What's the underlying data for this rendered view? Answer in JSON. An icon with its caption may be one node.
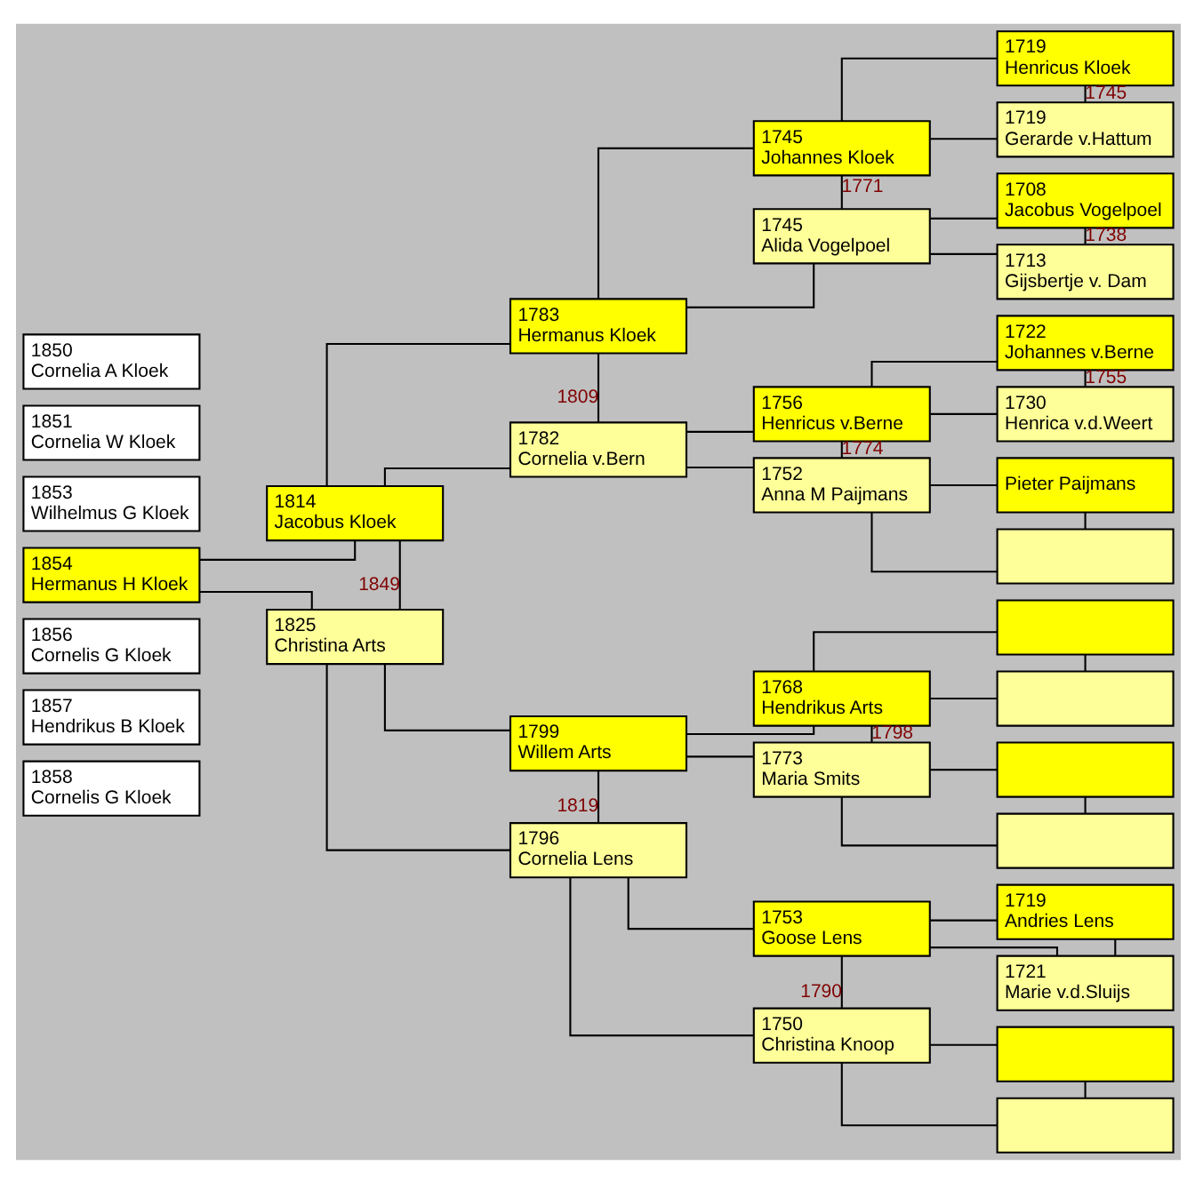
{
  "diagram": {
    "nodes": [
      {
        "text": [
          "1850",
          "Cornelia A Kloek"
        ]
      },
      {
        "text": [
          "1851",
          "Cornelia W Kloek"
        ]
      },
      {
        "text": [
          "1853",
          "Wilhelmus G Kloek"
        ]
      },
      {
        "text": [
          "1854",
          "Hermanus H Kloek"
        ]
      },
      {
        "text": [
          "1856",
          "Cornelis G Kloek"
        ]
      },
      {
        "text": [
          "1857",
          "Hendrikus B Kloek"
        ]
      },
      {
        "text": [
          "1858",
          "Cornelis G Kloek"
        ]
      },
      {
        "text": [
          "1814",
          "Jacobus Kloek"
        ]
      },
      {
        "text": [
          "1825",
          "Christina Arts"
        ]
      },
      {
        "text": [
          "1783",
          "Hermanus Kloek"
        ]
      },
      {
        "text": [
          "1782",
          "Cornelia v.Bern"
        ]
      },
      {
        "text": [
          "1799",
          "Willem Arts"
        ]
      },
      {
        "text": [
          "1796",
          "Cornelia Lens"
        ]
      },
      {
        "text": [
          "1745",
          "Johannes Kloek"
        ]
      },
      {
        "text": [
          "1745",
          "Alida Vogelpoel"
        ]
      },
      {
        "text": [
          "1756",
          "Henricus v.Berne"
        ]
      },
      {
        "text": [
          "1752",
          "Anna M Paijmans"
        ]
      },
      {
        "text": [
          "1768",
          "Hendrikus Arts"
        ]
      },
      {
        "text": [
          "1773",
          "Maria Smits"
        ]
      },
      {
        "text": [
          "1753",
          "Goose Lens"
        ]
      },
      {
        "text": [
          "1750",
          "Christina Knoop"
        ]
      },
      {
        "text": [
          "1719",
          "Henricus Kloek"
        ]
      },
      {
        "text": [
          "1719",
          "Gerarde v.Hattum"
        ]
      },
      {
        "text": [
          "1708",
          "Jacobus Vogelpoel"
        ]
      },
      {
        "text": [
          "1713",
          "Gijsbertje v. Dam"
        ]
      },
      {
        "text": [
          "1722",
          "Johannes v.Berne"
        ]
      },
      {
        "text": [
          "1730",
          "Henrica v.d.Weert"
        ]
      },
      {
        "text": [
          "Pieter Paijmans"
        ]
      },
      {
        "text": [],
        "shape": "box"
      },
      {
        "text": [],
        "shape": "box"
      },
      {
        "text": [],
        "shape": "box"
      },
      {
        "text": [],
        "shape": "box"
      },
      {
        "text": [],
        "shape": "box"
      },
      {
        "text": [
          "1719",
          "Andries Lens"
        ]
      },
      {
        "text": [
          "1721",
          "Marie v.d.Sluijs"
        ]
      },
      {
        "text": [],
        "shape": "box"
      },
      {
        "text": [],
        "shape": "box"
      }
    ],
    "edges": [
      {
        "from": 7,
        "to": 8,
        "arrow": "none",
        "label": "1849"
      },
      {
        "from": 3,
        "to": 7,
        "arrow": "none"
      },
      {
        "from": 3,
        "to": 8,
        "arrow": "none"
      },
      {
        "from": 9,
        "to": 10,
        "arrow": "none",
        "label": "1809"
      },
      {
        "from": 7,
        "to": 9,
        "arrow": "none"
      },
      {
        "from": 7,
        "to": 10,
        "arrow": "none"
      },
      {
        "from": 11,
        "to": 12,
        "arrow": "none",
        "label": "1819"
      },
      {
        "from": 8,
        "to": 11,
        "arrow": "none"
      },
      {
        "from": 8,
        "to": 12,
        "arrow": "none"
      },
      {
        "from": 13,
        "to": 14,
        "arrow": "none",
        "label": "1771"
      },
      {
        "from": 9,
        "to": 13,
        "arrow": "none"
      },
      {
        "from": 9,
        "to": 14,
        "arrow": "none"
      },
      {
        "from": 15,
        "to": 16,
        "arrow": "none",
        "label": "1774"
      },
      {
        "from": 10,
        "to": 15,
        "arrow": "none"
      },
      {
        "from": 10,
        "to": 16,
        "arrow": "none"
      },
      {
        "from": 17,
        "to": 18,
        "arrow": "none",
        "label": "1798"
      },
      {
        "from": 11,
        "to": 17,
        "arrow": "none"
      },
      {
        "from": 11,
        "to": 18,
        "arrow": "none"
      },
      {
        "from": 19,
        "to": 20,
        "arrow": "none",
        "label": "1790"
      },
      {
        "from": 12,
        "to": 19,
        "arrow": "none"
      },
      {
        "from": 12,
        "to": 20,
        "arrow": "none"
      },
      {
        "from": 21,
        "to": 22,
        "arrow": "none",
        "label": "1745"
      },
      {
        "from": 13,
        "to": 21,
        "arrow": "none"
      },
      {
        "from": 13,
        "to": 22,
        "arrow": "none"
      },
      {
        "from": 23,
        "to": 24,
        "arrow": "none",
        "label": "1738"
      },
      {
        "from": 14,
        "to": 23,
        "arrow": "none"
      },
      {
        "from": 14,
        "to": 24,
        "arrow": "none"
      },
      {
        "from": 25,
        "to": 26,
        "arrow": "none",
        "label": "1755"
      },
      {
        "from": 15,
        "to": 25,
        "arrow": "none"
      },
      {
        "from": 15,
        "to": 26,
        "arrow": "none"
      },
      {
        "from": 27,
        "to": 28,
        "arrow": "none"
      },
      {
        "from": 16,
        "to": 27,
        "arrow": "none"
      },
      {
        "from": 16,
        "to": 28,
        "arrow": "none"
      },
      {
        "from": 29,
        "to": 30,
        "arrow": "none"
      },
      {
        "from": 17,
        "to": 29,
        "arrow": "none"
      },
      {
        "from": 17,
        "to": 30,
        "arrow": "none"
      },
      {
        "from": 31,
        "to": 32,
        "arrow": "none"
      },
      {
        "from": 18,
        "to": 31,
        "arrow": "none"
      },
      {
        "from": 18,
        "to": 32,
        "arrow": "none"
      },
      {
        "from": 33,
        "to": 34,
        "arrow": "none"
      },
      {
        "from": 19,
        "to": 33,
        "arrow": "none"
      },
      {
        "from": 19,
        "to": 34,
        "arrow": "none"
      },
      {
        "from": 35,
        "to": 36,
        "arrow": "none"
      },
      {
        "from": 20,
        "to": 35,
        "arrow": "none"
      },
      {
        "from": 20,
        "to": 36,
        "arrow": "none"
      }
    ]
  }
}
